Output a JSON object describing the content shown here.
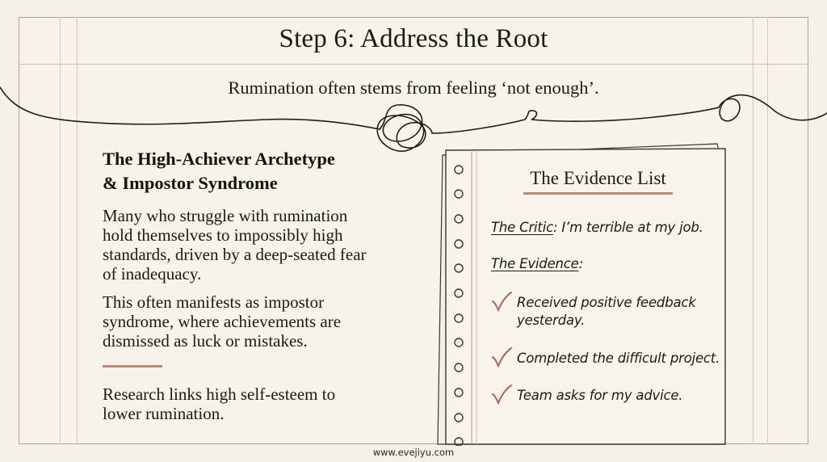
{
  "slide": {
    "title": "Step 6: Address the Root",
    "subtitle": "Rumination often stems from feeling ‘not enough’."
  },
  "left": {
    "heading_line1": "The High-Achiever Archetype",
    "heading_line2": "& Impostor Syndrome",
    "paragraph1": [
      "Many who struggle with rumination",
      "hold themselves to impossibly high",
      "standards, driven by a deep-seated fear",
      "of inadequacy."
    ],
    "paragraph2": [
      "This often manifests as impostor",
      "syndrome, where achievements are",
      "dismissed as luck or mistakes."
    ],
    "paragraph3": [
      "Research links high self-esteem to",
      "lower rumination."
    ]
  },
  "evidence_card": {
    "title": "The Evidence List",
    "critic_label": "The Critic",
    "critic_text": ": I’m terrible at my job.",
    "evidence_label": "The Evidence",
    "evidence_suffix": ":",
    "items": [
      {
        "lines": [
          "Received positive feedback",
          "yesterday."
        ]
      },
      {
        "lines": [
          "Completed the difficult project."
        ]
      },
      {
        "lines": [
          "Team asks for my advice."
        ]
      }
    ],
    "check_icon": "checkmark-icon",
    "accent_color": "#b98a7a"
  },
  "footer": {
    "url": "www.evejiyu.com"
  },
  "colors": {
    "background": "#f5f0e8",
    "accent": "#b98a7a",
    "text": "#1c1916",
    "rule": "#c6bfb4"
  }
}
